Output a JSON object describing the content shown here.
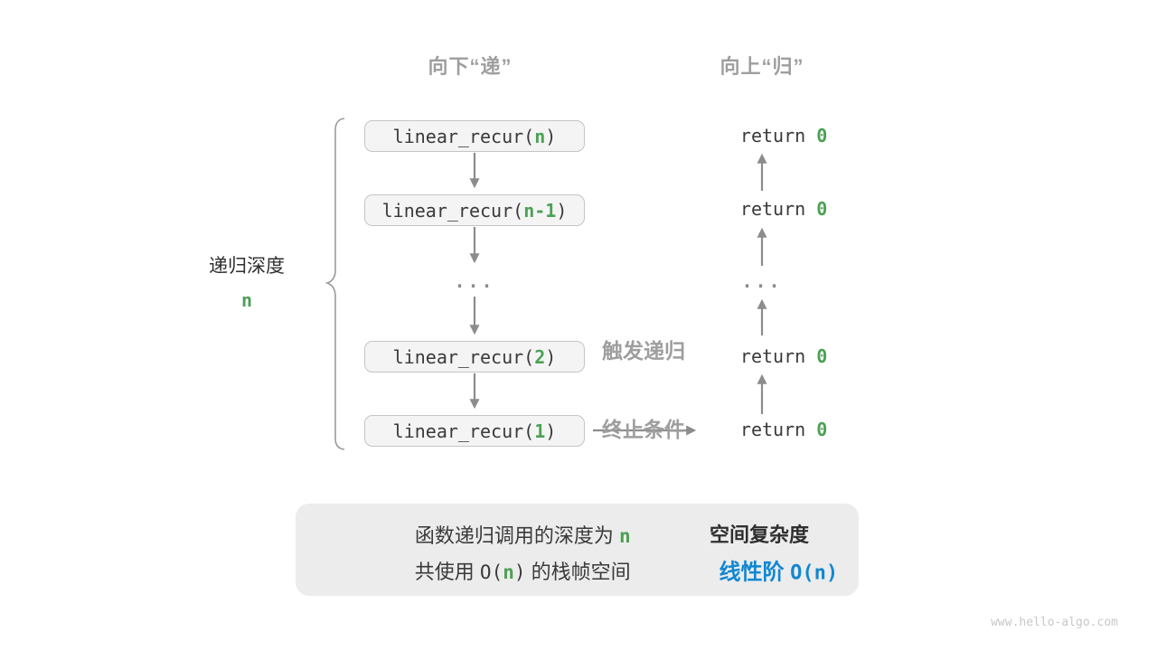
{
  "headers": {
    "descend": "向下“递”",
    "ascend": "向上“归”"
  },
  "depth": {
    "label": "递归深度",
    "value": "n"
  },
  "call_stack": {
    "ellipsis": "...",
    "frames": [
      {
        "prefix": "linear_recur(",
        "arg": "n",
        "suffix": ")"
      },
      {
        "prefix": "linear_recur(",
        "arg": "n-1",
        "suffix": ")"
      },
      {
        "prefix": "linear_recur(",
        "arg": "2",
        "suffix": ")"
      },
      {
        "prefix": "linear_recur(",
        "arg": "1",
        "suffix": ")"
      }
    ]
  },
  "returns": {
    "ellipsis": "...",
    "items": [
      {
        "prefix": "return ",
        "value": "0"
      },
      {
        "prefix": "return ",
        "value": "0"
      },
      {
        "prefix": "return ",
        "value": "0"
      },
      {
        "prefix": "return ",
        "value": "0"
      }
    ]
  },
  "trigger": {
    "line1": "触发递归",
    "line2": "终止条件"
  },
  "summary": {
    "line1_text": "函数递归调用的深度为 ",
    "line1_var": "n",
    "line2_pre": "共使用 ",
    "line2_fn_open": "O(",
    "line2_var": "n",
    "line2_fn_close": ")",
    "line2_post": " 的栈帧空间",
    "result_title": "空间复杂度",
    "result_label": "线性阶 ",
    "result_value": "O(n)"
  },
  "watermark": "www.hello-algo.com",
  "colors": {
    "green": "#4CA154",
    "blue": "#1287D2",
    "gray_label": "#9E9E9E",
    "arrow": "#8C8C8C",
    "box_fill": "#F4F4F4",
    "box_border": "#C5C5C5",
    "summary_fill": "#ECECEC"
  }
}
